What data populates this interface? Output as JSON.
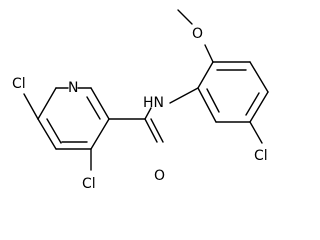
{
  "molecule": {
    "atoms": {
      "cl_left": "Cl",
      "n_ring": "N",
      "cl_bottom": "Cl",
      "nh": "HN",
      "o_carbonyl": "O",
      "o_methoxy": "O",
      "cl_right": "Cl"
    }
  },
  "colors": {
    "bond": "#000000",
    "text": "#000000",
    "background": "#ffffff"
  }
}
